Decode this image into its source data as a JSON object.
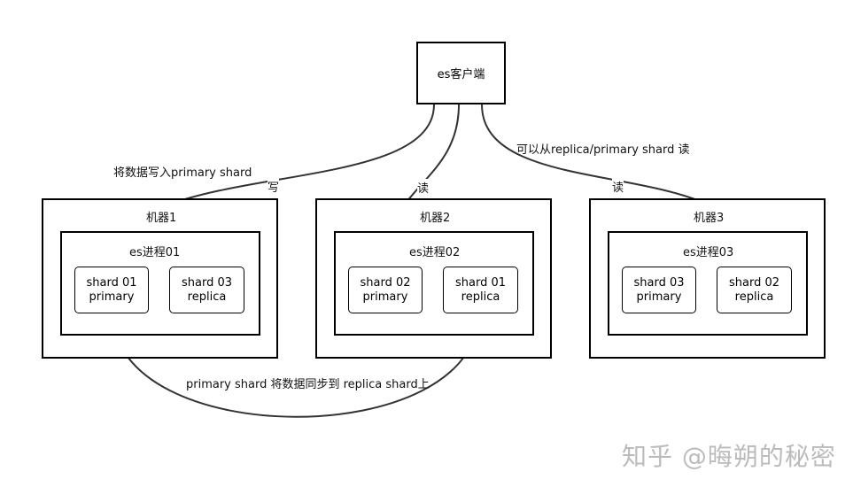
{
  "client": {
    "label": "es客户端"
  },
  "machines": [
    {
      "label": "机器1",
      "process": "es进程01",
      "shards": [
        {
          "line1": "shard 01",
          "line2": "primary"
        },
        {
          "line1": "shard 03",
          "line2": "replica"
        }
      ]
    },
    {
      "label": "机器2",
      "process": "es进程02",
      "shards": [
        {
          "line1": "shard 02",
          "line2": "primary"
        },
        {
          "line1": "shard 01",
          "line2": "replica"
        }
      ]
    },
    {
      "label": "机器3",
      "process": "es进程03",
      "shards": [
        {
          "line1": "shard 03",
          "line2": "primary"
        },
        {
          "line1": "shard 02",
          "line2": "replica"
        }
      ]
    }
  ],
  "annotations": {
    "write_desc": "将数据写入primary shard",
    "write": "写",
    "read_mid": "读",
    "read_right": "读",
    "read_desc": "可以从replica/primary shard 读",
    "sync_desc": "primary shard 将数据同步到 replica shard上"
  },
  "watermark": "知乎 @晦朔的秘密"
}
